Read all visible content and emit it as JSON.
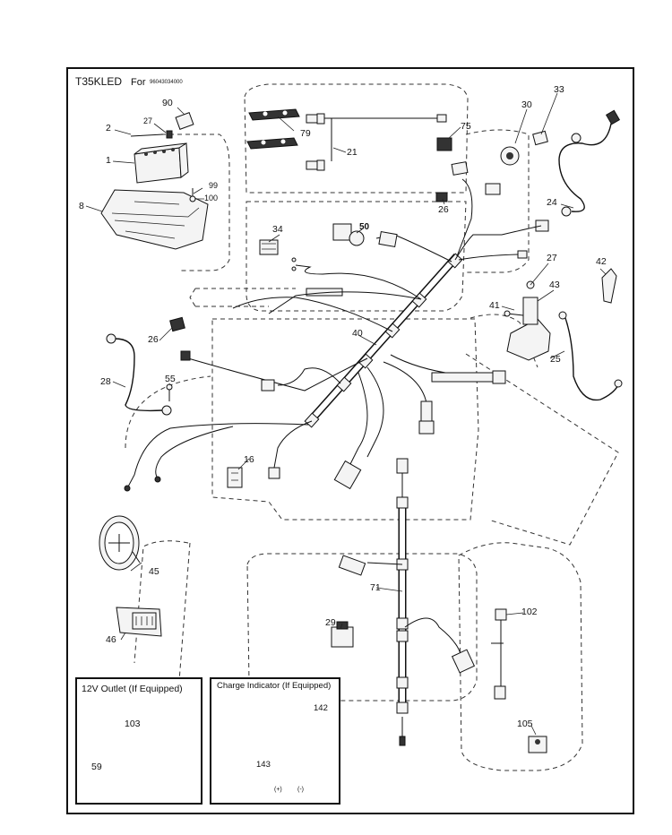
{
  "header": {
    "model": "T35KLED",
    "for_text": "For",
    "part_number": "96043034000"
  },
  "insets": {
    "outlet_title": "12V Outlet (If Equipped)",
    "charge_title": "Charge Indicator (If Equipped)"
  },
  "callouts": {
    "p90": "90",
    "p27a": "27",
    "p2": "2",
    "p1": "1",
    "p99": "99",
    "p100": "100",
    "p8": "8",
    "p79": "79",
    "p21": "21",
    "p75": "75",
    "p30": "30",
    "p33": "33",
    "p24": "24",
    "p26a": "26",
    "p34": "34",
    "p50": "50",
    "p27b": "27",
    "p42": "42",
    "p43": "43",
    "p41": "41",
    "p25": "25",
    "p26b": "26",
    "p40": "40",
    "p28": "28",
    "p55": "55",
    "p16": "16",
    "p45": "45",
    "p71": "71",
    "p29": "29",
    "p102": "102",
    "p46": "46",
    "p103": "103",
    "p59": "59",
    "p142": "142",
    "p143": "143",
    "p105": "105"
  },
  "terminal_marks": {
    "plus": "(+)",
    "minus": "(-)"
  }
}
